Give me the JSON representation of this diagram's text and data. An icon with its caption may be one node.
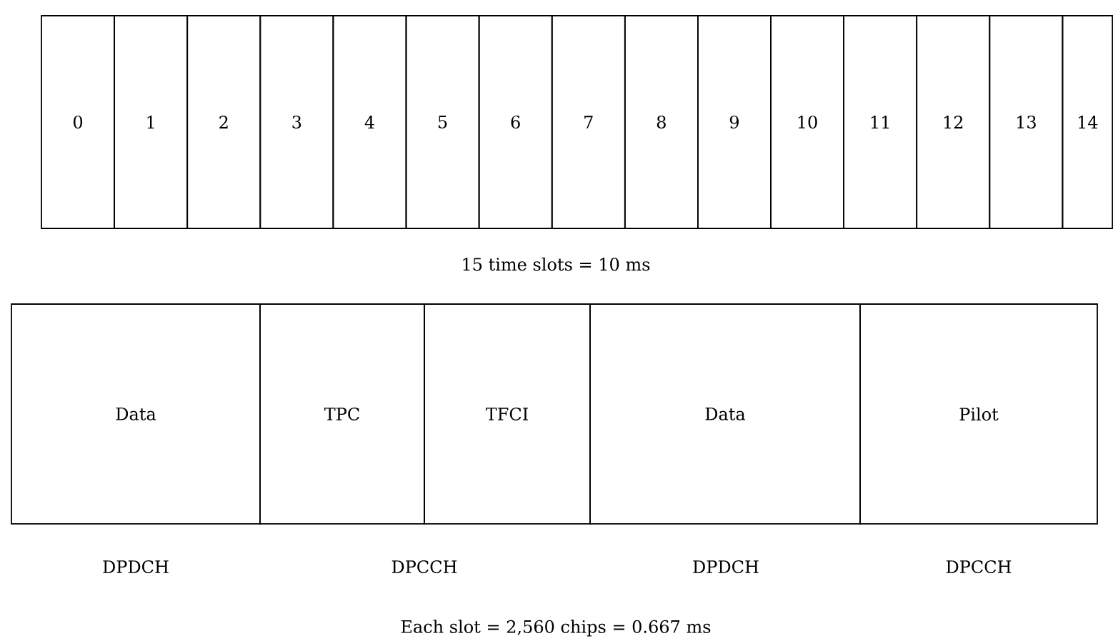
{
  "diagram": {
    "nodes": [
      {
        "text": [
          "0"
        ]
      },
      {
        "text": [
          "1"
        ]
      },
      {
        "text": [
          "2"
        ]
      },
      {
        "text": [
          "3"
        ]
      },
      {
        "text": [
          "4"
        ]
      },
      {
        "text": [
          "5"
        ]
      },
      {
        "text": [
          "6"
        ]
      },
      {
        "text": [
          "7"
        ]
      },
      {
        "text": [
          "8"
        ]
      },
      {
        "text": [
          "9"
        ]
      },
      {
        "text": [
          "10"
        ]
      },
      {
        "text": [
          "11"
        ]
      },
      {
        "text": [
          "12"
        ]
      },
      {
        "text": [
          "13"
        ]
      },
      {
        "text": [
          "14"
        ]
      },
      {
        "text": [
          "Data"
        ]
      },
      {
        "text": [
          "TPC"
        ]
      },
      {
        "text": [
          "TFCI"
        ]
      },
      {
        "text": [
          "Data"
        ]
      },
      {
        "text": [
          "Pilot"
        ]
      }
    ],
    "labels": [
      "15 time slots = 10 ms",
      "DPDCH",
      "DPCCH",
      "DPDCH",
      "DPCCH",
      "Each slot = 2,560 chips = 0.667 ms"
    ]
  }
}
